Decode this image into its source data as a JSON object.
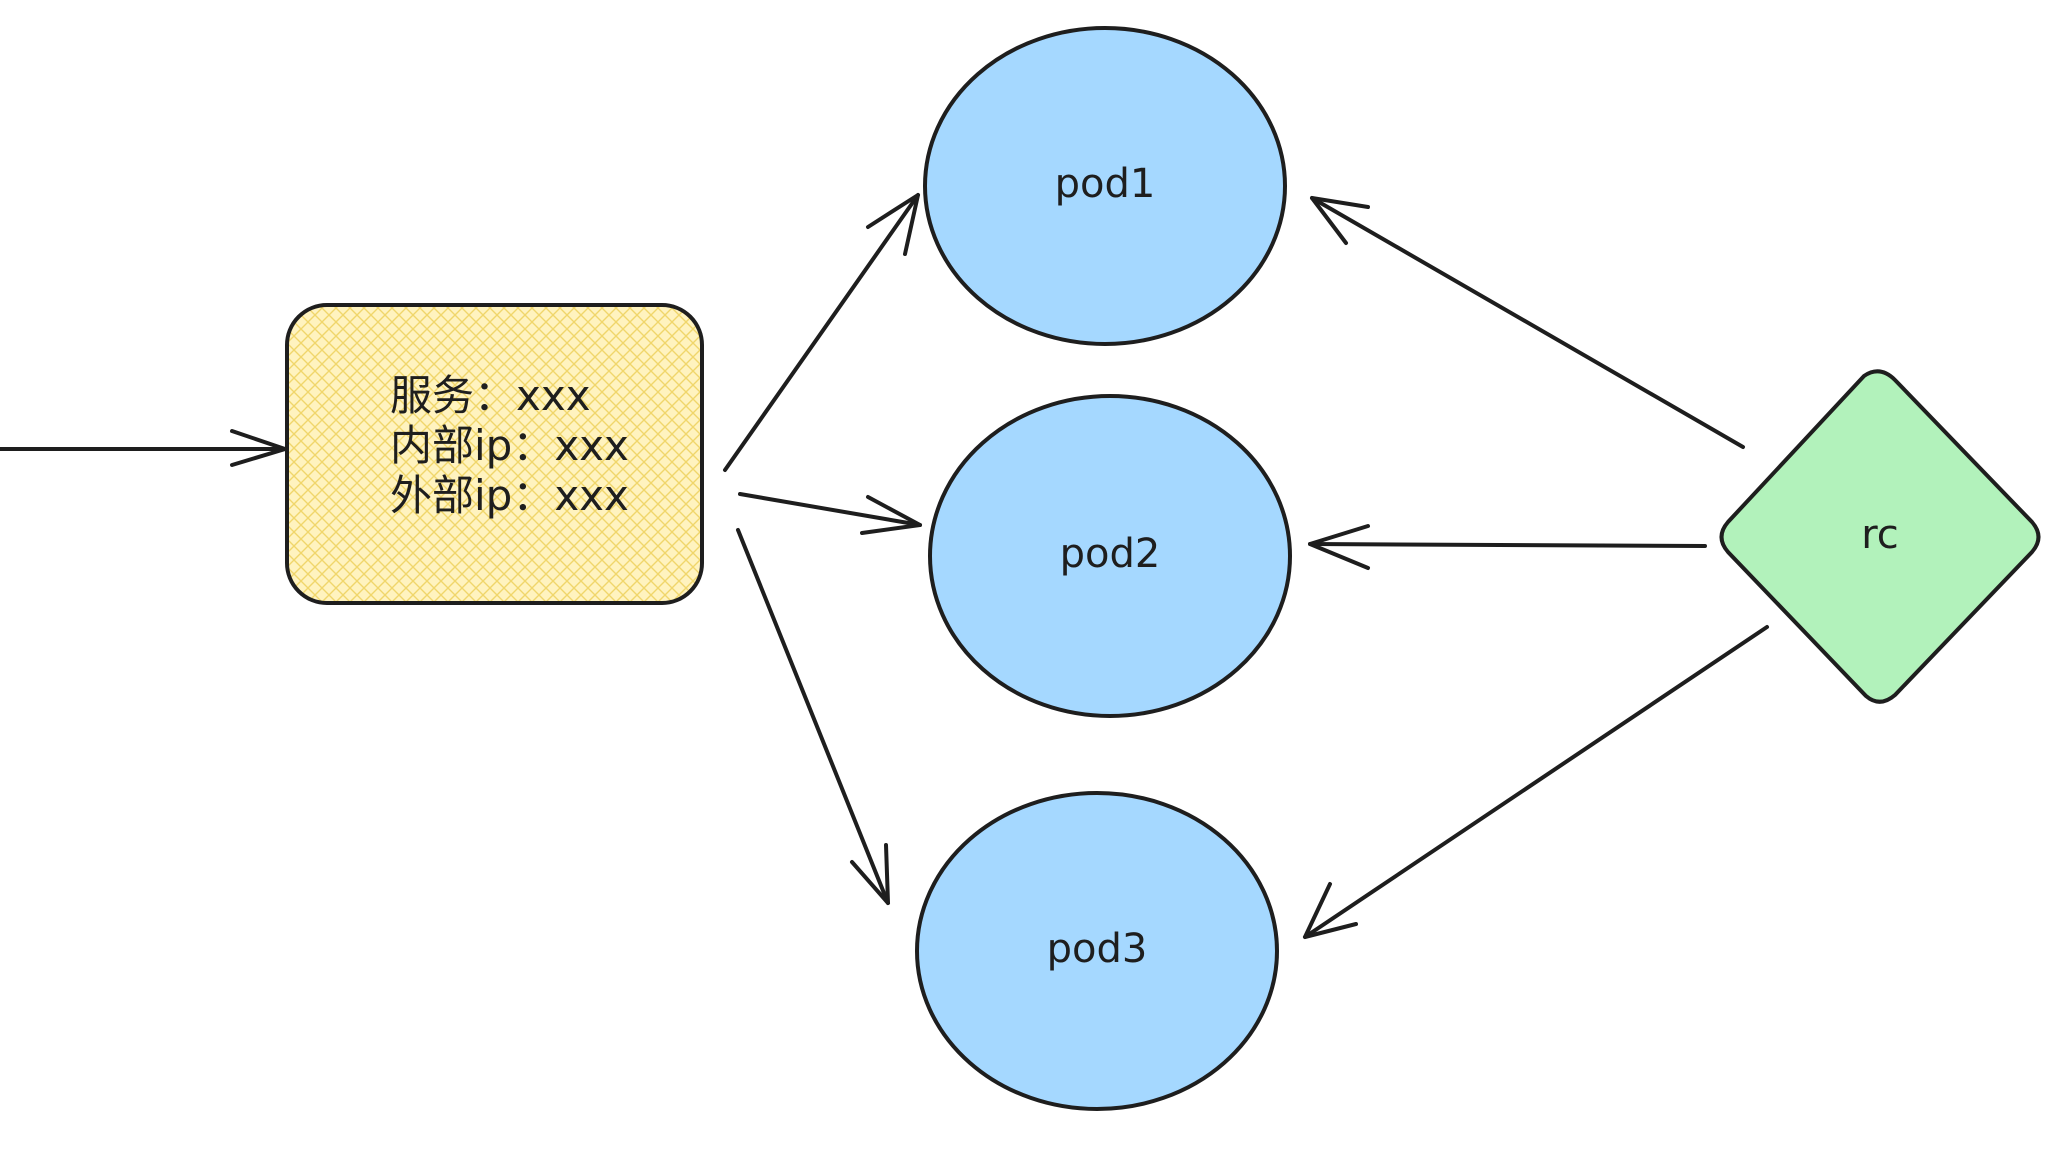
{
  "service": {
    "lines": [
      "服务：xxx",
      "内部ip：xxx",
      "外部ip：xxx"
    ],
    "fill": "#fff3bf",
    "hatch": "#f5d85a"
  },
  "pods": [
    {
      "label": "pod1"
    },
    {
      "label": "pod2"
    },
    {
      "label": "pod3"
    }
  ],
  "controller": {
    "label": "rc",
    "fill": "#b2f2bb"
  },
  "colors": {
    "pod_fill": "#a5d8ff",
    "stroke": "#1e1e1e"
  }
}
